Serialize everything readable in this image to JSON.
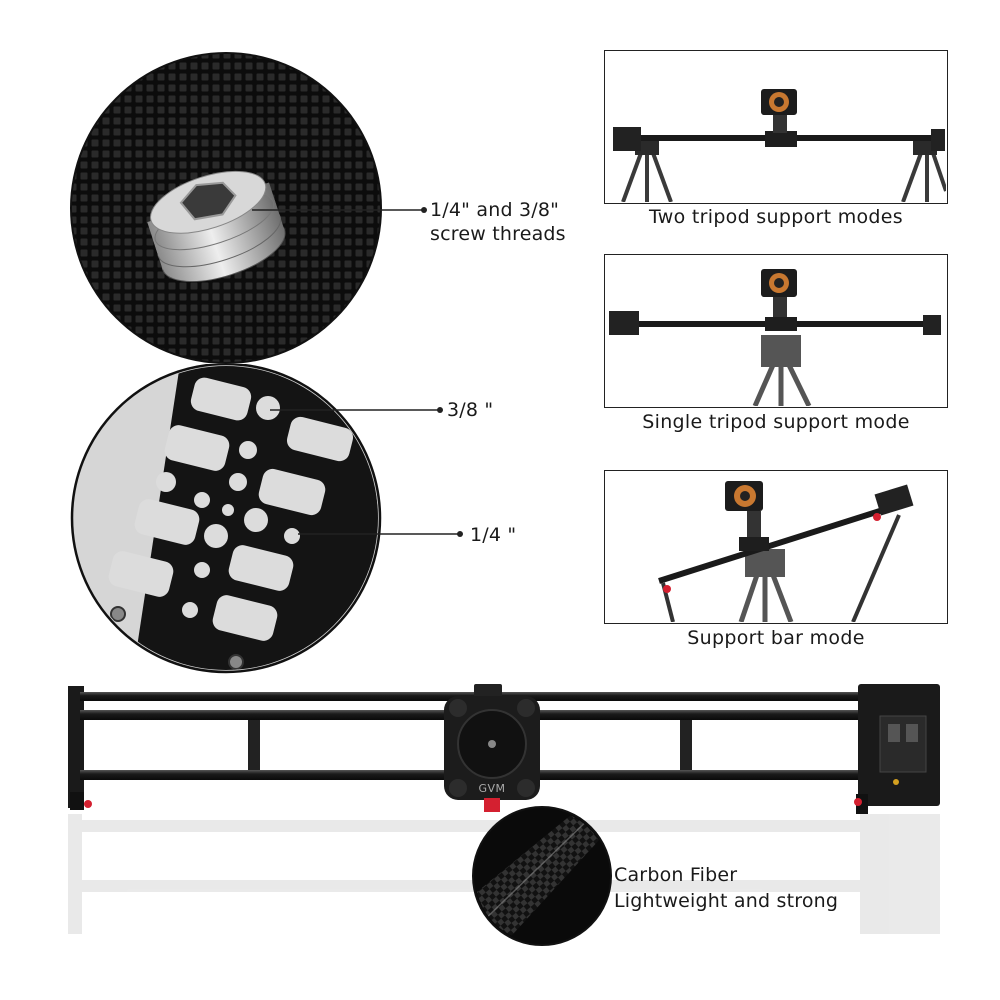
{
  "callouts": {
    "screw_threads_line1": "1/4\" and 3/8\"",
    "screw_threads_line2": "screw threads",
    "hole_large": "3/8 \"",
    "hole_small": "1/4 \""
  },
  "modes": [
    {
      "caption": "Two tripod support modes"
    },
    {
      "caption": "Single tripod support mode"
    },
    {
      "caption": "Support bar mode"
    }
  ],
  "carbon": {
    "line1": "Carbon Fiber",
    "line2": "Lightweight and strong"
  },
  "product": {
    "logo": "GVM"
  },
  "colors": {
    "accent_red": "#d42030",
    "metal_dark": "#1e1e1e",
    "plate_black": "#141414"
  }
}
